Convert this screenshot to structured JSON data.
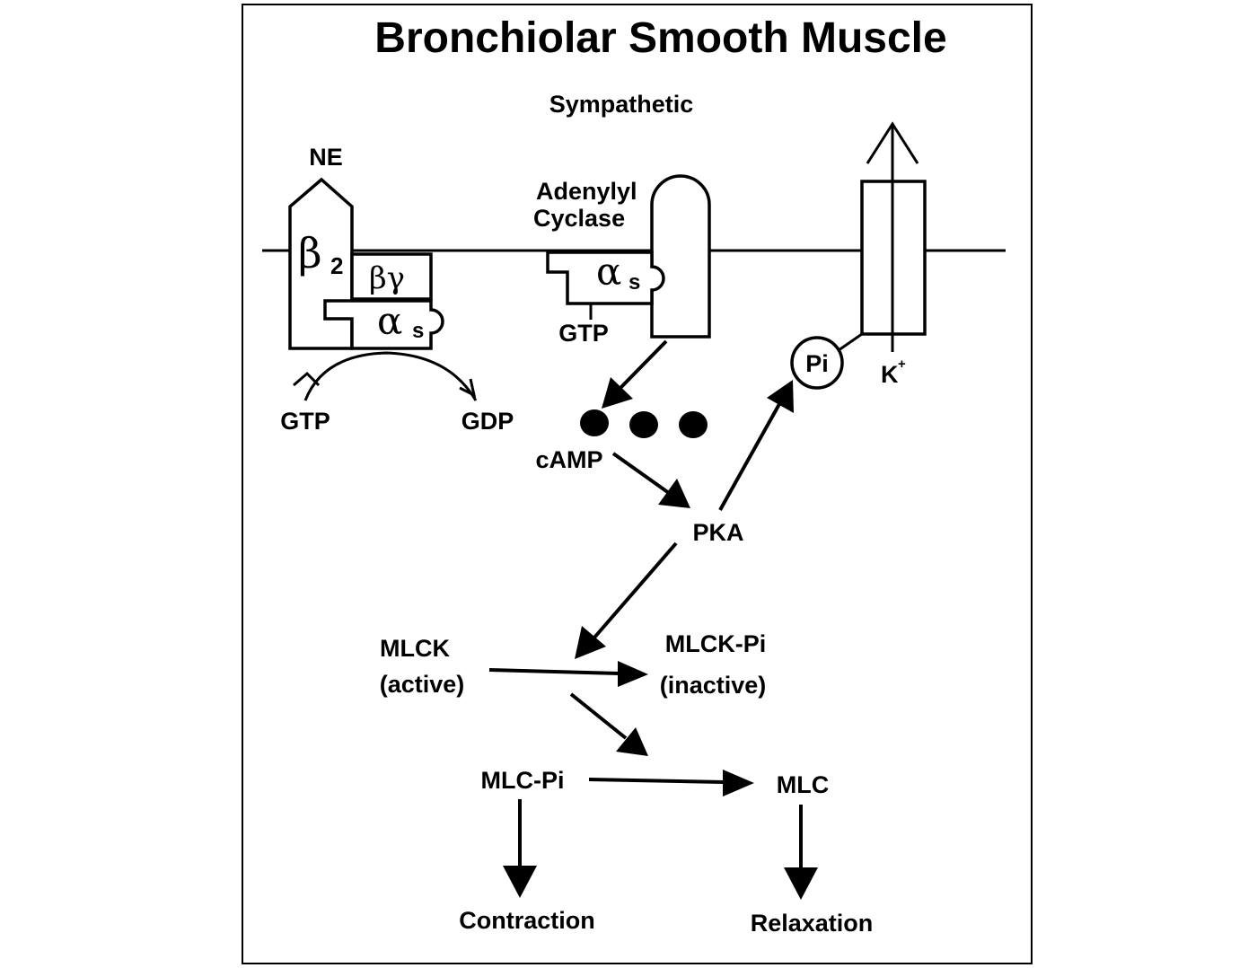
{
  "title": "Bronchiolar Smooth Muscle",
  "sympathetic": "Sympathetic",
  "receptor": {
    "ligand": "NE",
    "beta_symbol": "β",
    "beta_sub": "2",
    "beta_gamma": "βγ",
    "alpha_symbol": "α",
    "alpha_sub": "s",
    "gtp": "GTP",
    "gdp": "GDP"
  },
  "cyclase": {
    "label_line1": "Adenylyl",
    "label_line2": "Cyclase",
    "alpha_symbol": "α",
    "alpha_sub": "s",
    "gtp": "GTP"
  },
  "channel": {
    "ion": "K",
    "ion_charge": "+",
    "phosphate": "Pi"
  },
  "pathway": {
    "camp": "cAMP",
    "pka": "PKA",
    "mlck_line1": "MLCK",
    "mlck_line2": "(active)",
    "mlck_pi_line1": "MLCK-Pi",
    "mlck_pi_line2": "(inactive)",
    "mlc_pi": "MLC-Pi",
    "mlc": "MLC",
    "contraction": "Contraction",
    "relaxation": "Relaxation"
  }
}
